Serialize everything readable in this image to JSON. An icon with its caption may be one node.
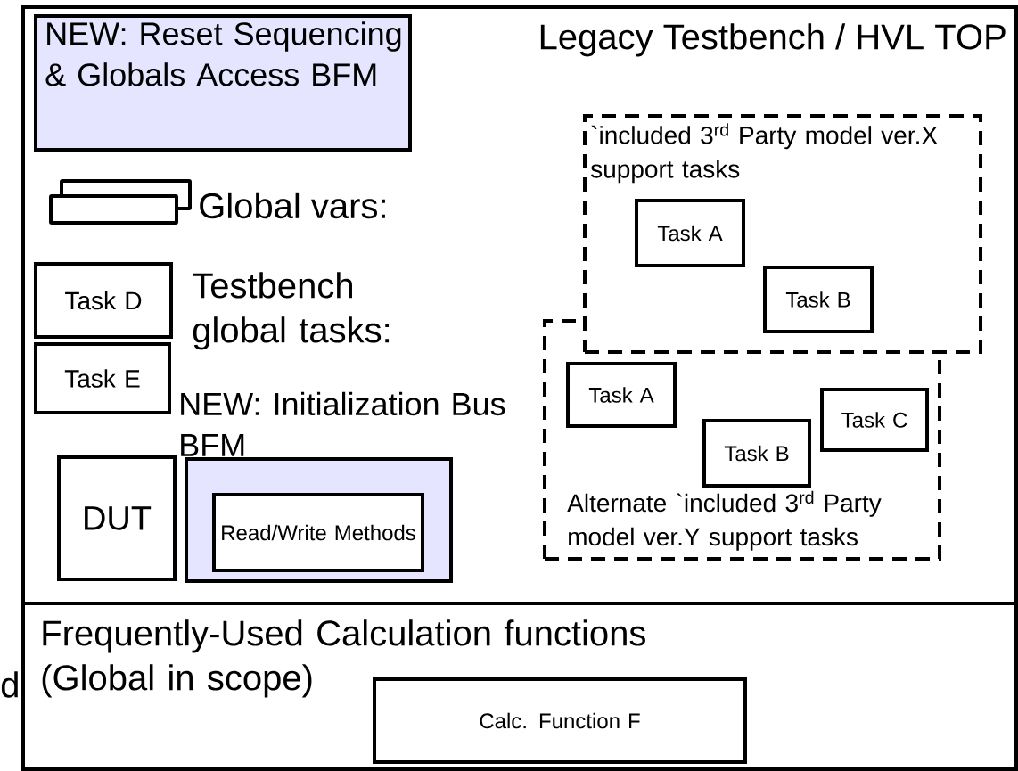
{
  "diagram": {
    "nodes": [
      {
        "text": [
          "Legacy Testbench / HVL TOP"
        ]
      },
      {
        "text": [
          "NEW: Reset Sequencing & Globals Access BFM"
        ],
        "in": 0
      },
      {
        "text": [],
        "shape": "box",
        "beside": [
          "Global vars:"
        ],
        "in": 0
      },
      {
        "text": [
          "Task D"
        ],
        "in": 0
      },
      {
        "text": [
          "Task E"
        ],
        "in": 0
      },
      {
        "text": [
          "DUT"
        ],
        "in": 0
      },
      {
        "text": [
          "NEW: Initialization Bus BFM"
        ],
        "in": 0
      },
      {
        "text": [
          "Read/Write Methods"
        ],
        "in": 6
      },
      {
        "text": [
          "`included 3$^{rd}$ Party model ver.X support tasks"
        ],
        "in": 0
      },
      {
        "text": [
          "Task A"
        ],
        "in": 8
      },
      {
        "text": [
          "Task B"
        ],
        "in": 8
      },
      {
        "text": [
          "Alternate `included 3$^{rd}$ Party model ver.Y support tasks"
        ],
        "in": 0
      },
      {
        "text": [
          "Task A"
        ],
        "in": 11
      },
      {
        "text": [
          "Task B"
        ],
        "in": 11
      },
      {
        "text": [
          "Task C"
        ],
        "in": 11
      },
      {
        "text": [
          "Frequently-Used Calculation functions (Global in scope)"
        ]
      },
      {
        "text": [
          "Calc. Function F"
        ],
        "in": 15
      }
    ],
    "labels": [
      "Testbench global tasks:",
      "d"
    ]
  }
}
